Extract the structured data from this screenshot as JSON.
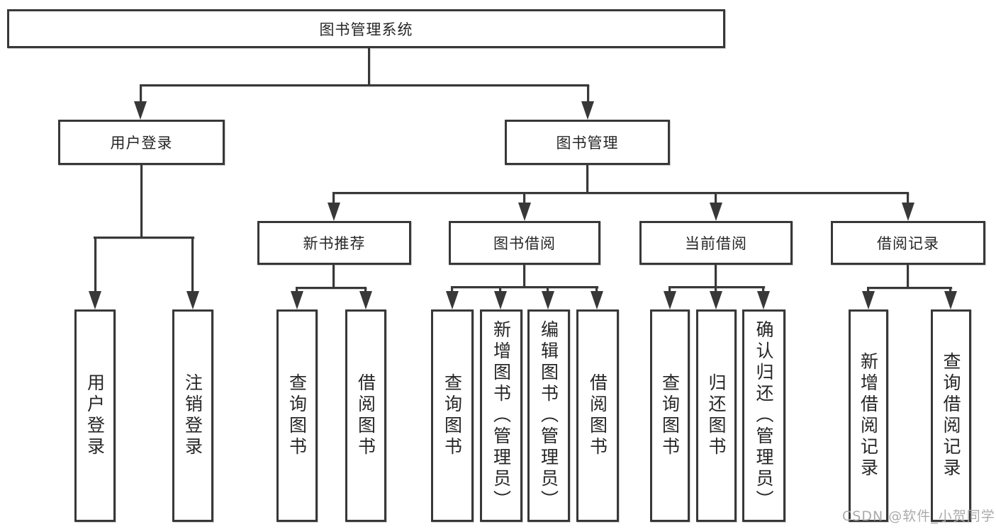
{
  "diagram": {
    "root": {
      "label": "图书管理系统"
    },
    "user_login": {
      "label": "用户登录",
      "children": [
        {
          "label": "用户登录"
        },
        {
          "label": "注销登录"
        }
      ]
    },
    "book_mgmt": {
      "label": "图书管理",
      "groups": [
        {
          "label": "新书推荐",
          "children": [
            {
              "label": "查询图书"
            },
            {
              "label": "借阅图书"
            }
          ]
        },
        {
          "label": "图书借阅",
          "children": [
            {
              "label": "查询图书"
            },
            {
              "label": "新增图书（管理员）"
            },
            {
              "label": "编辑图书（管理员）"
            },
            {
              "label": "借阅图书"
            }
          ]
        },
        {
          "label": "当前借阅",
          "children": [
            {
              "label": "查询图书"
            },
            {
              "label": "归还图书"
            },
            {
              "label": "确认归还（管理员）"
            }
          ]
        },
        {
          "label": "借阅记录",
          "children": [
            {
              "label": "新增借阅记录"
            },
            {
              "label": "查询借阅记录"
            }
          ]
        }
      ]
    }
  },
  "watermark": {
    "text": "CSDN @软件_小贺同学"
  },
  "colors": {
    "line": "#383838",
    "text": "#262626",
    "background": "#ffffff",
    "watermark": "#ababab"
  }
}
